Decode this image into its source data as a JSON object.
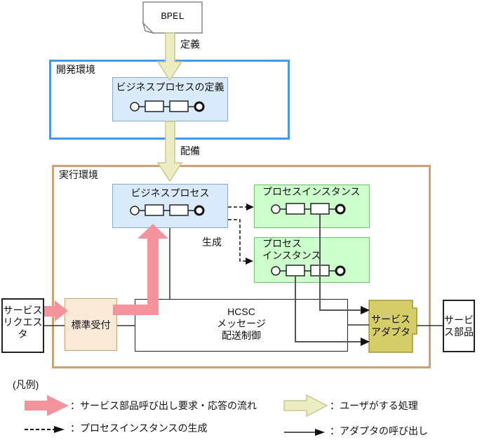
{
  "bpel": {
    "label": "BPEL"
  },
  "labels": {
    "define": "定義",
    "deploy": "配備",
    "generate": "生成"
  },
  "dev_env": {
    "title": "開発環境",
    "process_def_title": "ビジネスプロセスの定義"
  },
  "exec_env": {
    "title": "実行環境"
  },
  "business_process": {
    "title": "ビジネスプロセス"
  },
  "process_instance_1": {
    "title": "プロセスインスタンス"
  },
  "process_instance_2": {
    "line1": "プロセス",
    "line2": "インスタンス"
  },
  "requester": {
    "line1": "サービス",
    "line2": "リクエス",
    "line3": "タ"
  },
  "reception": {
    "title": "標準受付"
  },
  "hcsc": {
    "line1": "HCSC",
    "line2": "メッセージ",
    "line3": "配送制御"
  },
  "adapter": {
    "line1": "サービス",
    "line2": "アダプタ"
  },
  "component": {
    "line1": "サービ",
    "line2": "ス部品"
  },
  "legend": {
    "title": "(凡例)",
    "service_flow": "：サービス部品呼び出し要求・応答の流れ",
    "user_action": "：ユーザがする処理",
    "instance_creation": "：プロセスインスタンスの生成",
    "adapter_call": "：アダプタの呼び出し"
  },
  "colors": {
    "dev_border": "#4499EE",
    "exec_border": "#CFA172",
    "process_fill": "#D9EAFA",
    "instance_fill": "#CCFFCC",
    "reception_fill": "#FAE9D6",
    "adapter_fill": "#D5CD67",
    "flow_pink": "#F5939C",
    "user_cream": "#EDEDC3"
  }
}
